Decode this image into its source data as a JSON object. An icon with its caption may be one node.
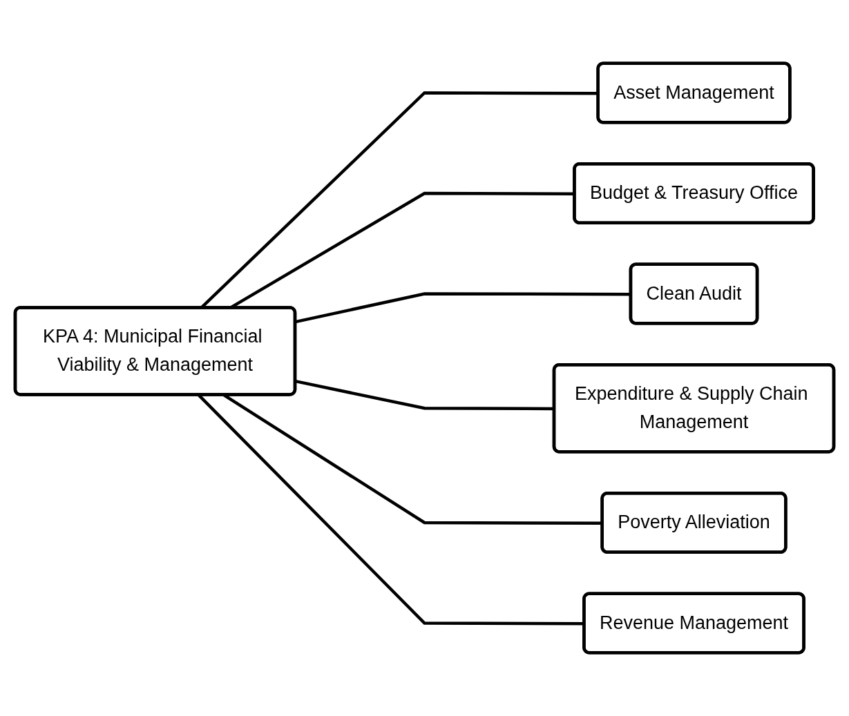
{
  "diagram": {
    "nodes": [
      {
        "text": [
          "KPA 4: Municipal Financial Viability & Management"
        ]
      },
      {
        "text": [
          "Asset Management"
        ]
      },
      {
        "text": [
          "Budget & Treasury Office"
        ]
      },
      {
        "text": [
          "Clean Audit"
        ]
      },
      {
        "text": [
          "Expenditure & Supply Chain Management"
        ]
      },
      {
        "text": [
          "Poverty Alleviation"
        ]
      },
      {
        "text": [
          "Revenue Management"
        ]
      }
    ],
    "edges": [
      {
        "from": 0,
        "to": 1,
        "arrow": "none"
      },
      {
        "from": 0,
        "to": 2,
        "arrow": "none"
      },
      {
        "from": 0,
        "to": 3,
        "arrow": "none"
      },
      {
        "from": 0,
        "to": 4,
        "arrow": "none"
      },
      {
        "from": 0,
        "to": 5,
        "arrow": "none"
      },
      {
        "from": 0,
        "to": 6,
        "arrow": "none"
      }
    ]
  }
}
